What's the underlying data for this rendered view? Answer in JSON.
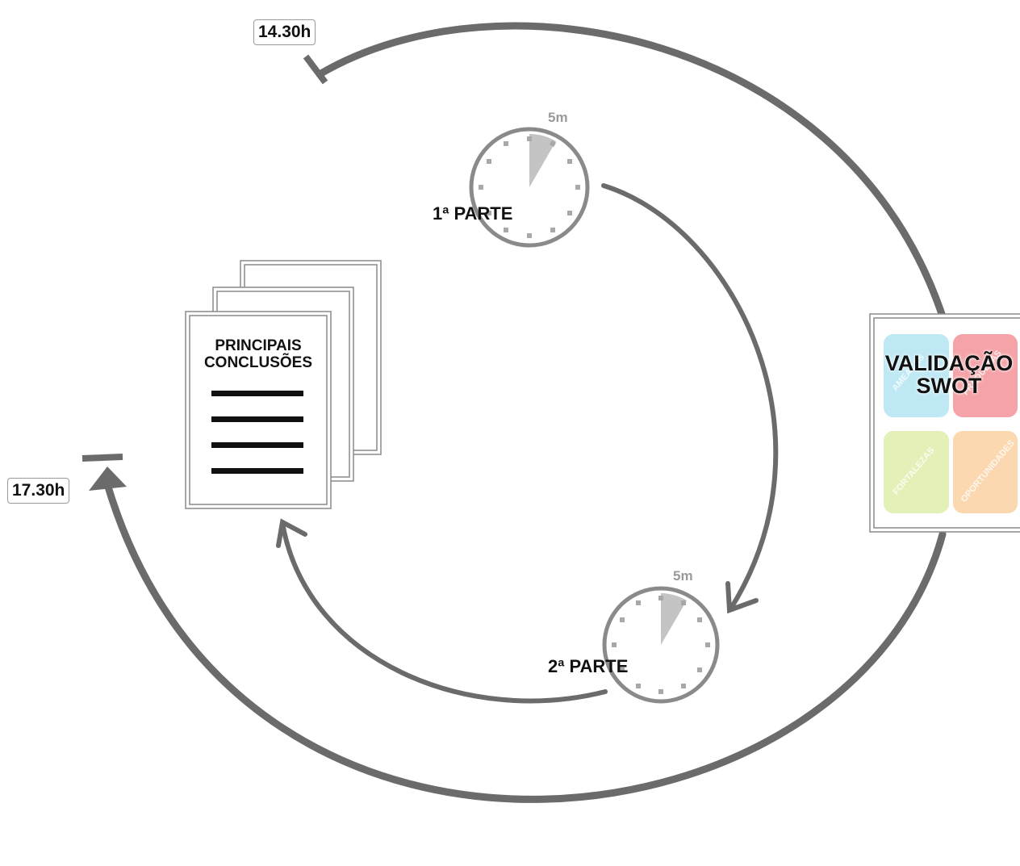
{
  "timeline": {
    "start_time": "14.30h",
    "end_time": "17.30h"
  },
  "parts": [
    {
      "label": "1ª PARTE",
      "duration": "5m"
    },
    {
      "label": "2ª PARTE",
      "duration": "5m"
    }
  ],
  "document": {
    "title_line1": "PRINCIPAIS",
    "title_line2": "CONCLUSÕES"
  },
  "swot": {
    "title_line1": "VALIDAÇÃO",
    "title_line2": "SWOT",
    "quadrants": [
      {
        "label": "AMEAÇAS",
        "color": "#bfe8f5"
      },
      {
        "label": "FRAQUEZAS",
        "color": "#f5a3a8"
      },
      {
        "label": "FORTALEZAS",
        "color": "#e3f0b8"
      },
      {
        "label": "OPORTUNIDADES",
        "color": "#fbd8b0"
      }
    ]
  },
  "colors": {
    "arrow": "#6b6b6b",
    "clock_ring": "#888888",
    "clock_sector": "#c4c4c4",
    "tick": "#a8a8a8"
  }
}
